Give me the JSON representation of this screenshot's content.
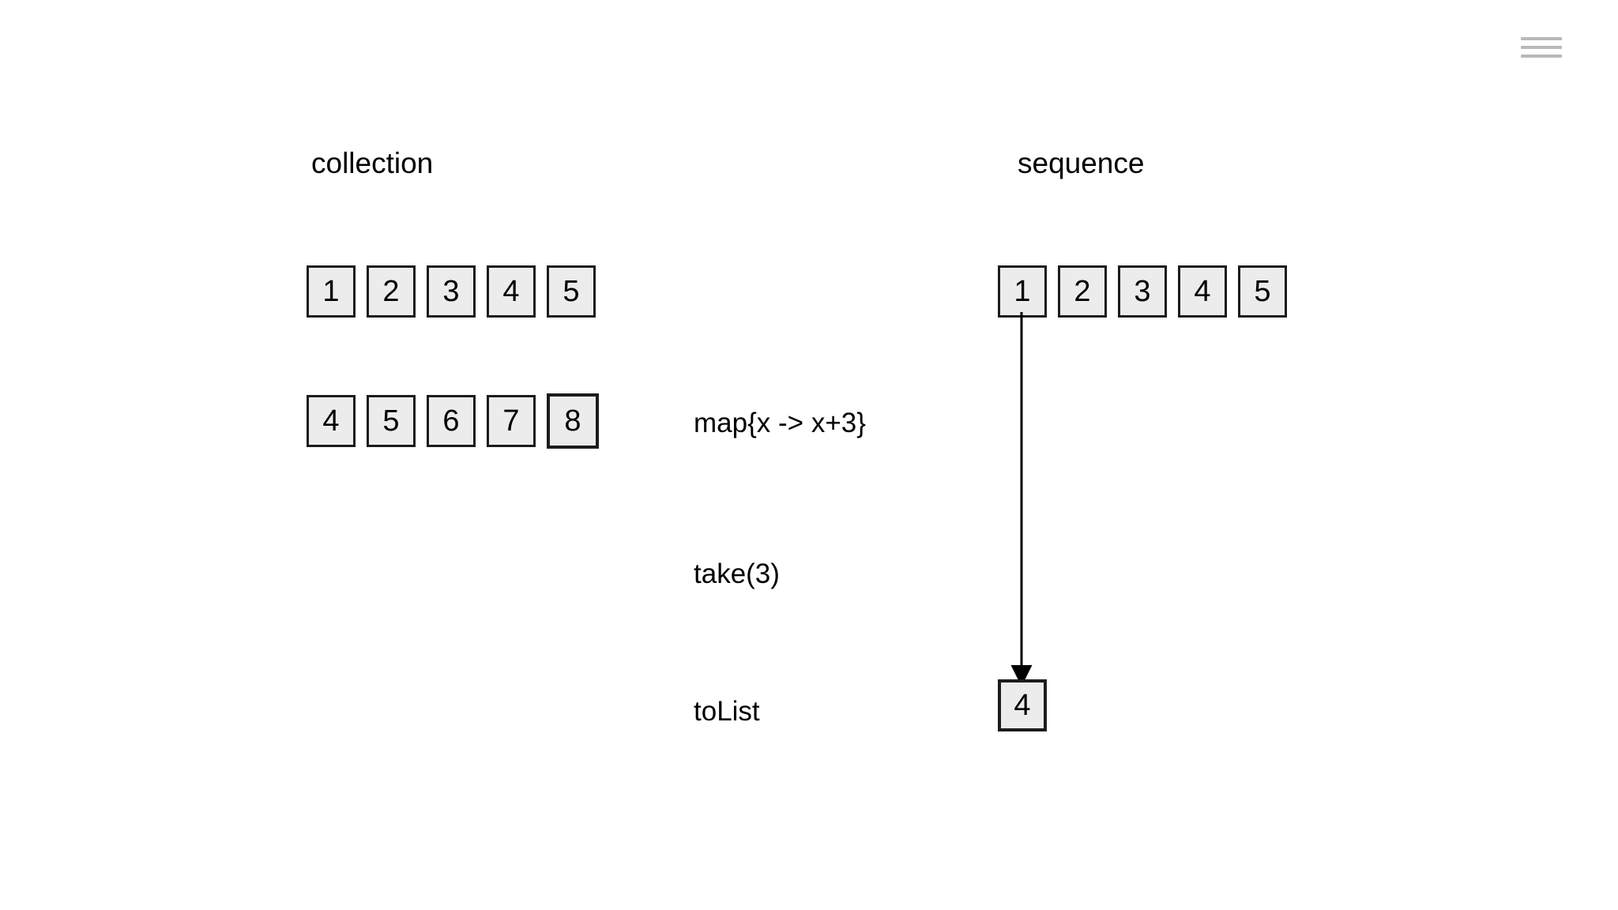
{
  "menu": {
    "icon": "hamburger-menu-icon",
    "bars": 3,
    "color": "#b9b9b9"
  },
  "diagram": {
    "type": "kotlin-collection-vs-sequence",
    "background": "#ffffff",
    "box_fill": "#ececec",
    "box_border": "#1c1c1c",
    "columns": [
      {
        "id": "collection",
        "title": "collection",
        "rows": [
          {
            "id": "collection-source",
            "values": [
              "1",
              "2",
              "3",
              "4",
              "5"
            ],
            "emphasis_index": null
          },
          {
            "id": "collection-mapped",
            "values": [
              "4",
              "5",
              "6",
              "7",
              "8"
            ],
            "emphasis_index": 4
          }
        ]
      },
      {
        "id": "sequence",
        "title": "sequence",
        "rows": [
          {
            "id": "sequence-source",
            "values": [
              "1",
              "2",
              "3",
              "4",
              "5"
            ],
            "emphasis_index": null
          },
          {
            "id": "sequence-result",
            "values": [
              "4"
            ],
            "emphasis_index": null
          }
        ]
      }
    ],
    "operations": [
      {
        "id": "map",
        "label": "map{x -> x+3}"
      },
      {
        "id": "take",
        "label": "take(3)"
      },
      {
        "id": "tolist",
        "label": "toList"
      }
    ],
    "arrow": {
      "id": "sequence-flow-arrow",
      "from": "sequence box 1",
      "to": "sequence result box 4",
      "color": "#000000",
      "head": "solid-triangle"
    }
  }
}
